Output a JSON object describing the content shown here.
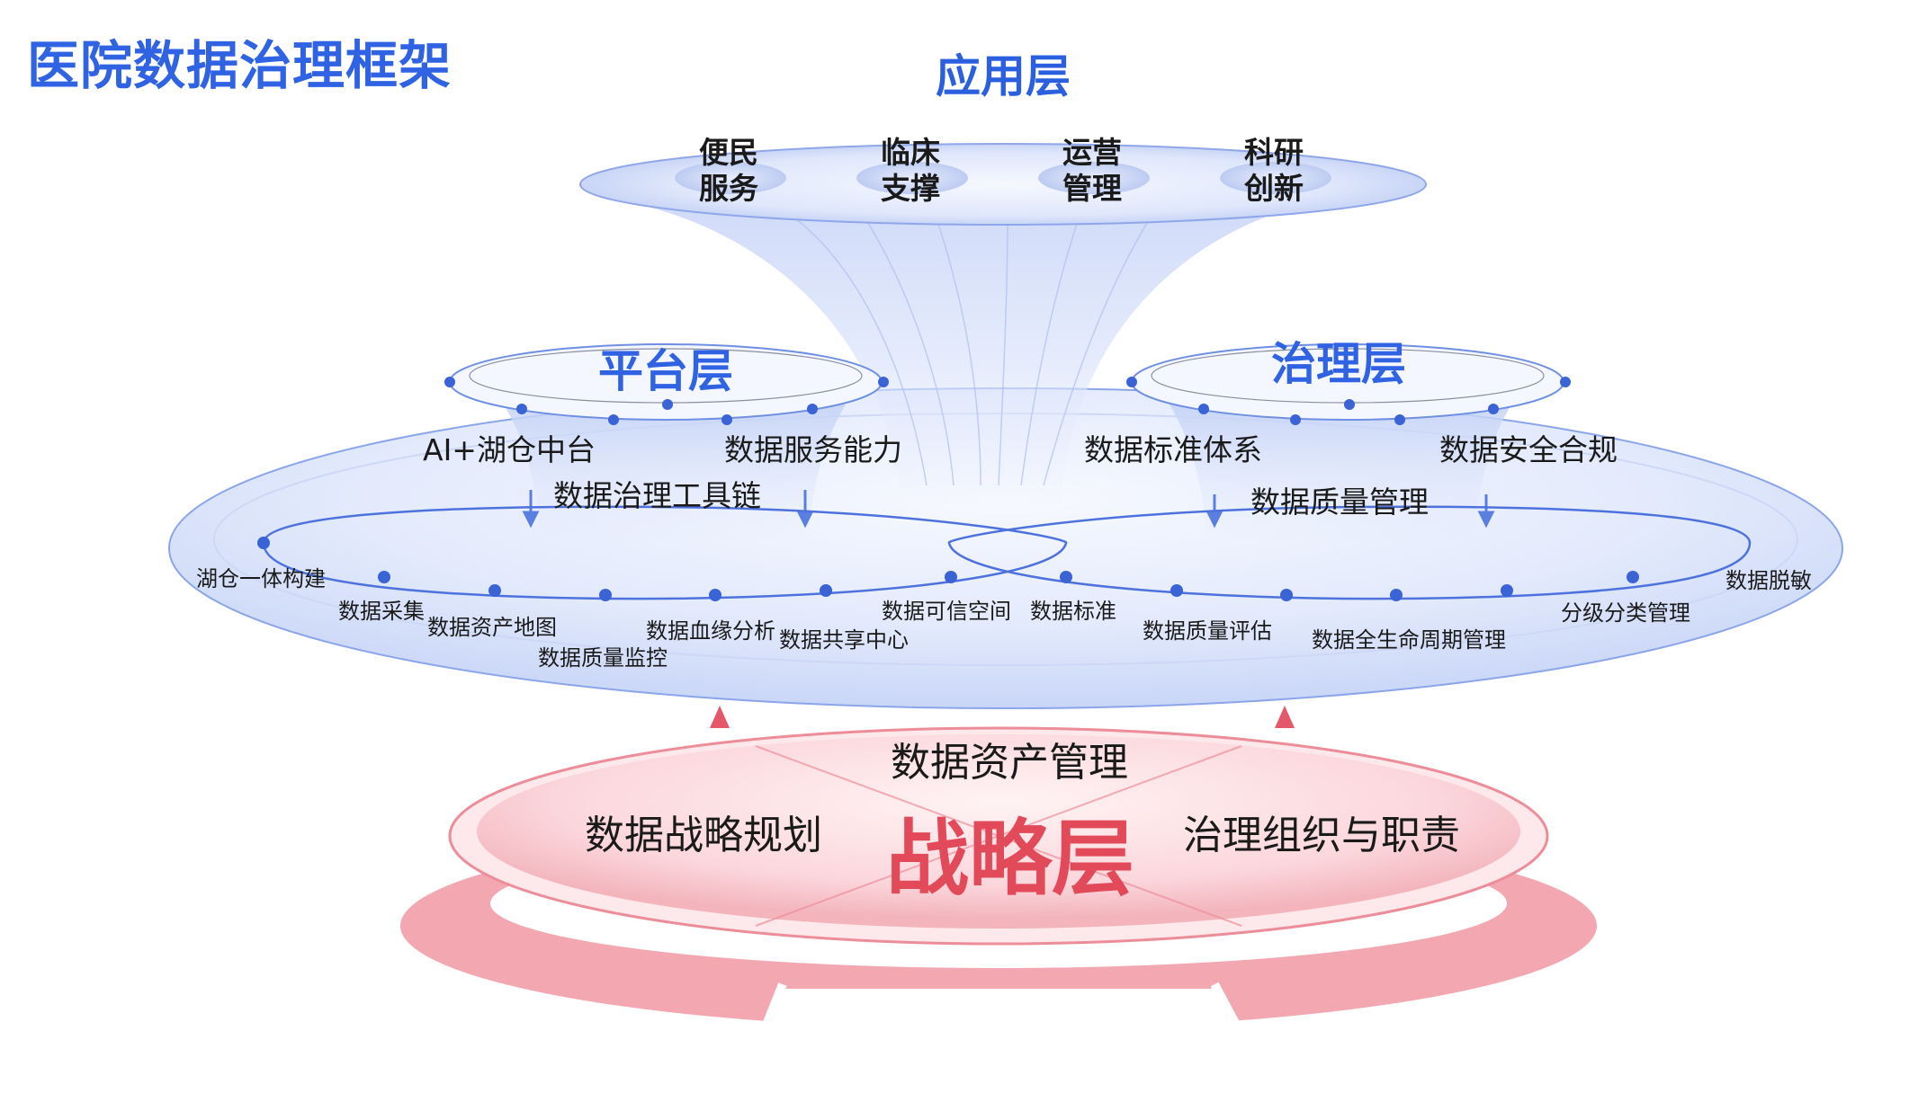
{
  "title": "医院数据治理框架",
  "layers": {
    "application": "应用层",
    "platform": "平台层",
    "governance": "治理层",
    "strategy": "战略层"
  },
  "application_items": [
    {
      "line1": "便民",
      "line2": "服务"
    },
    {
      "line1": "临床",
      "line2": "支撑"
    },
    {
      "line1": "运营",
      "line2": "管理"
    },
    {
      "line1": "科研",
      "line2": "创新"
    }
  ],
  "platform_modules": [
    "AI+湖仓中台",
    "数据服务能力",
    "数据治理工具链"
  ],
  "governance_modules": [
    "数据标准体系",
    "数据安全合规",
    "数据质量管理"
  ],
  "left_ring_nodes": [
    "湖仓一体构建",
    "数据采集",
    "数据资产地图",
    "数据质量监控",
    "数据血缘分析",
    "数据共享中心",
    "数据可信空间"
  ],
  "right_ring_nodes": [
    "数据标准",
    "数据质量评估",
    "数据全生命周期管理",
    "分级分类管理",
    "数据脱敏"
  ],
  "strategy_items": [
    "数据资产管理",
    "数据战略规划",
    "治理组织与职责"
  ],
  "colors": {
    "title_blue": "#2f63e3",
    "node_blue": "#3a63d6",
    "strategy_red": "#e24a5a",
    "strategy_pink": "#f3a7b0",
    "text": "#1a1a1a"
  }
}
